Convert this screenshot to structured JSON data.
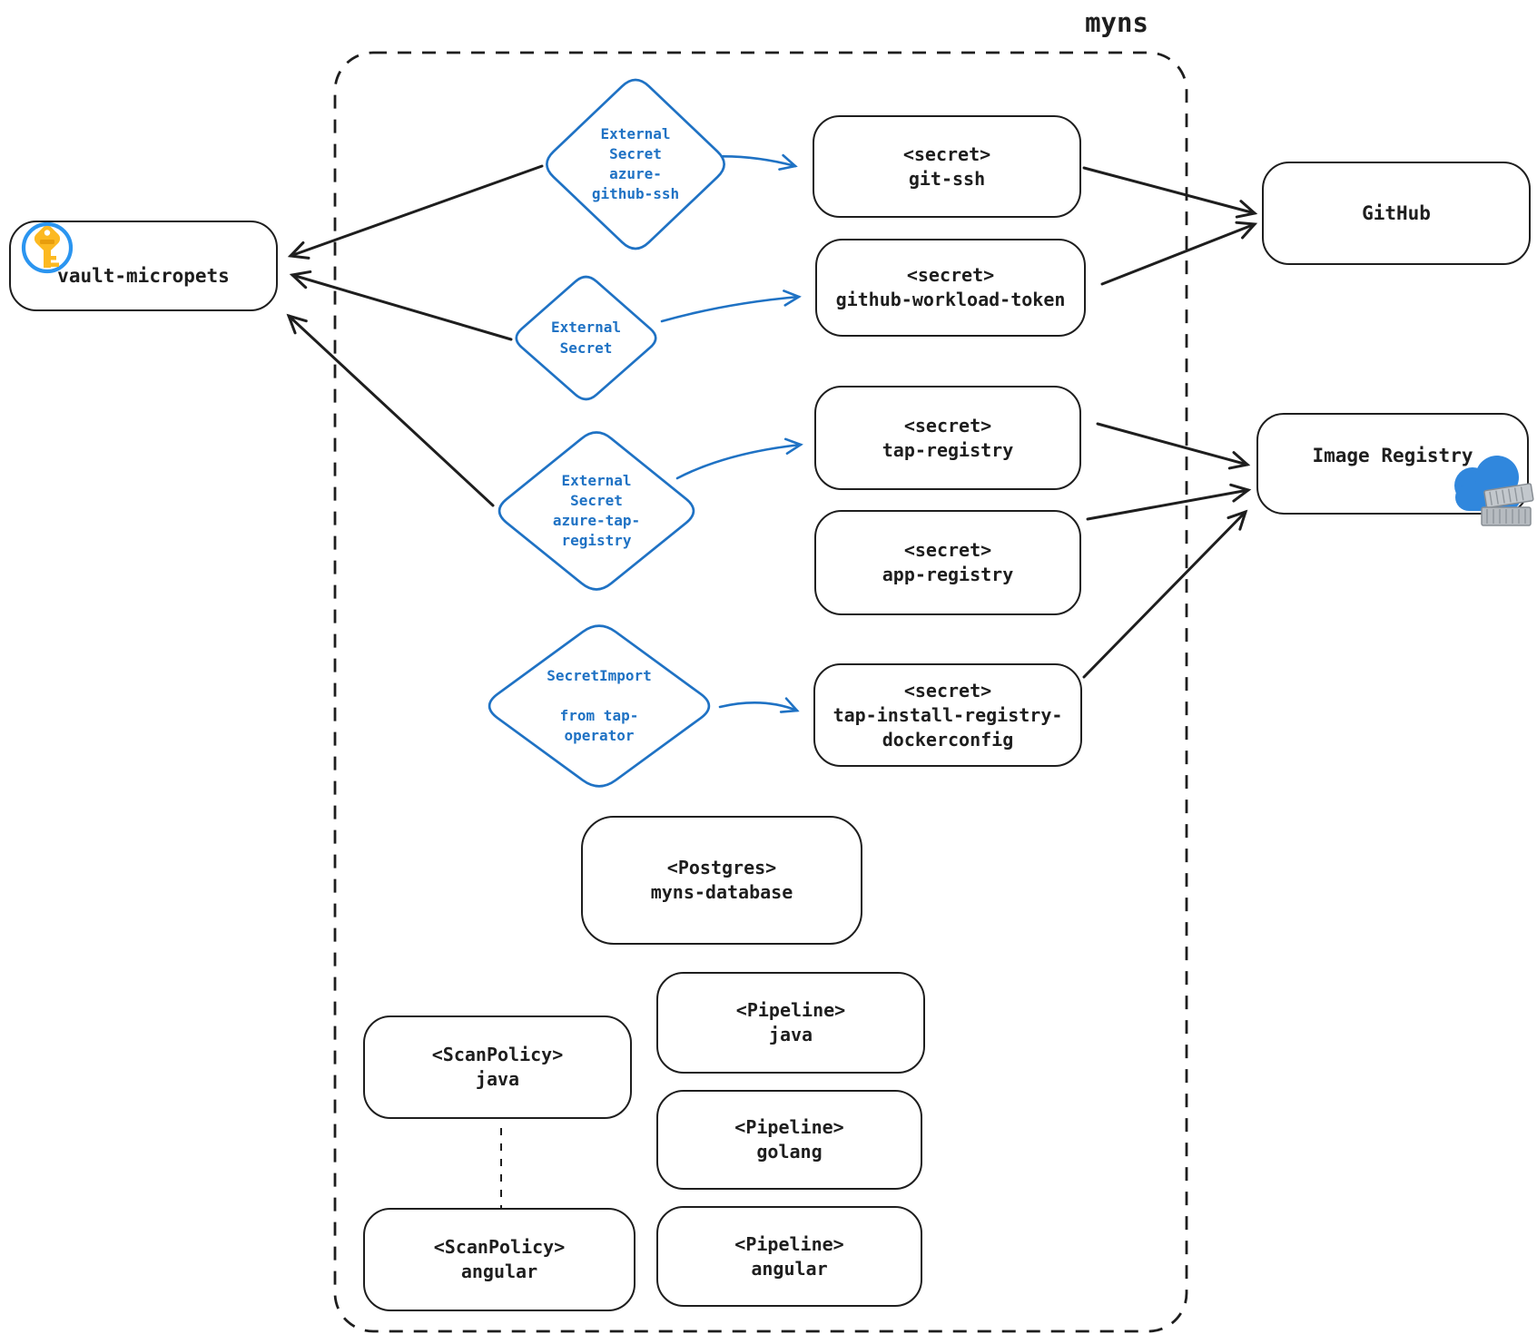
{
  "namespace": {
    "label": "myns"
  },
  "colors": {
    "ink": "#1e1e1e",
    "blue": "#1f72c4",
    "gold": "#fcb921",
    "gold_dark": "#e89d0c",
    "icon_blue": "#2b95f0",
    "cloud_blue": "#3087dd",
    "container_gray": "#b6bbc0",
    "container_edge": "#878d93"
  },
  "nodes": {
    "vault": {
      "label": "vault-micropets",
      "icon": "key-icon"
    },
    "github": {
      "label": "GitHub"
    },
    "image_registry": {
      "label": "Image Registry",
      "icon": "cloud-containers-icon"
    },
    "secret_git_ssh": {
      "label": "<secret>\ngit-ssh"
    },
    "secret_github_workload_token": {
      "label": "<secret>\ngithub-workload-token"
    },
    "secret_tap_registry": {
      "label": "<secret>\ntap-registry"
    },
    "secret_app_registry": {
      "label": "<secret>\napp-registry"
    },
    "secret_tap_install_registry_dockerconfig": {
      "label": "<secret>\ntap-install-registry-dockerconfig"
    },
    "postgres": {
      "label": "<Postgres>\nmyns-database"
    },
    "pipeline_java": {
      "label": "<Pipeline>\njava"
    },
    "pipeline_golang": {
      "label": "<Pipeline>\ngolang"
    },
    "pipeline_angular": {
      "label": "<Pipeline>\nangular"
    },
    "scanpolicy_java": {
      "label": "<ScanPolicy>\njava"
    },
    "scanpolicy_angular": {
      "label": "<ScanPolicy>\nangular"
    },
    "external_secret_azure_github_ssh": {
      "label": "External\nSecret\nazure-\ngithub-ssh"
    },
    "external_secret": {
      "label": "External\nSecret"
    },
    "external_secret_azure_tap_registry": {
      "label": "External\nSecret\nazure-tap-\nregistry"
    },
    "secret_import": {
      "label": "SecretImport\n\nfrom tap-\noperator"
    }
  }
}
